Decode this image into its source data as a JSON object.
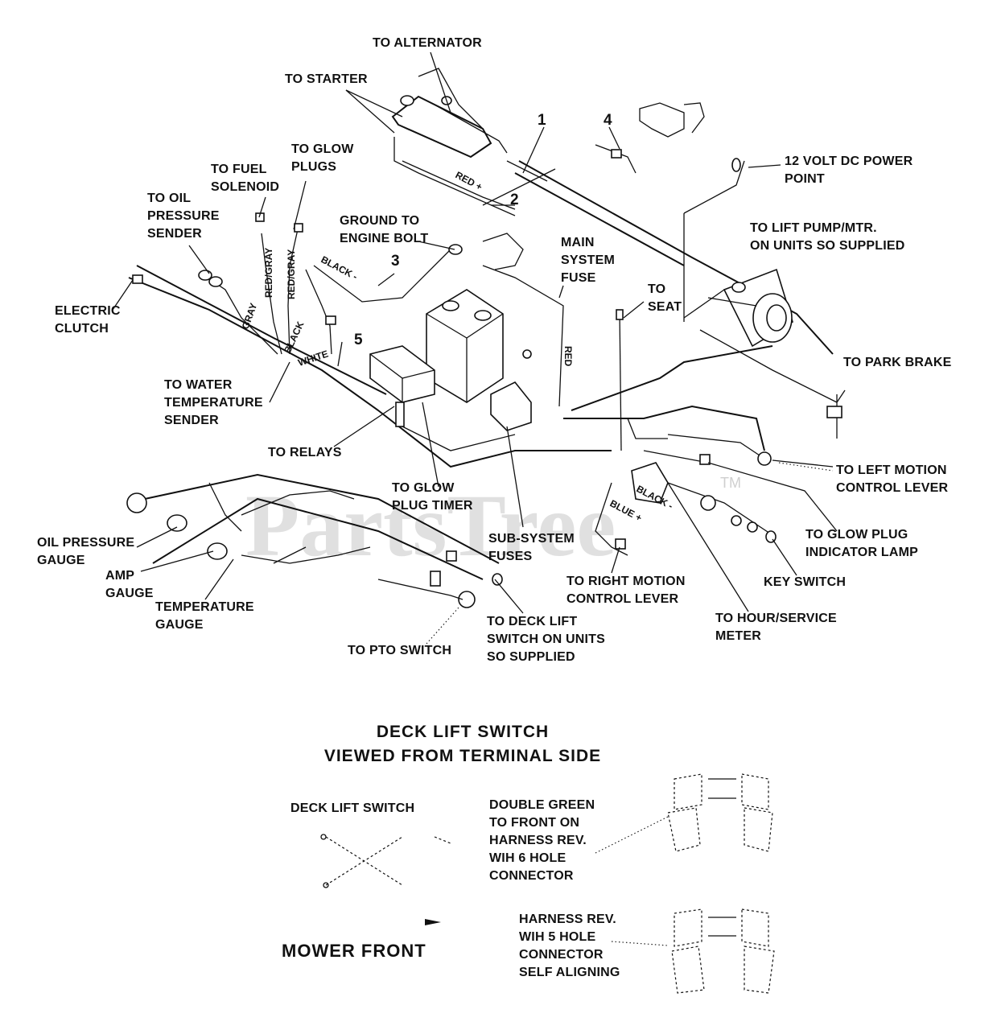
{
  "labels": {
    "to_alternator": "TO ALTERNATOR",
    "to_starter": "TO STARTER",
    "to_glow_plugs_1": "TO GLOW",
    "to_glow_plugs_2": "PLUGS",
    "to_fuel_solenoid_1": "TO FUEL",
    "to_fuel_solenoid_2": "SOLENOID",
    "to_oil_pressure_1": "TO OIL",
    "to_oil_pressure_2": "PRESSURE",
    "to_oil_pressure_3": "SENDER",
    "ground_1": "GROUND TO",
    "ground_2": "ENGINE BOLT",
    "main_fuse_1": "MAIN",
    "main_fuse_2": "SYSTEM",
    "main_fuse_3": "FUSE",
    "to_seat_1": "TO",
    "to_seat_2": "SEAT",
    "power_point_1": "12 VOLT DC POWER",
    "power_point_2": "POINT",
    "lift_pump_1": "TO LIFT PUMP/MTR.",
    "lift_pump_2": "ON UNITS SO SUPPLIED",
    "electric_clutch_1": "ELECTRIC",
    "electric_clutch_2": "CLUTCH",
    "water_temp_1": "TO WATER",
    "water_temp_2": "TEMPERATURE",
    "water_temp_3": "SENDER",
    "to_relays": "TO RELAYS",
    "glow_timer_1": "TO GLOW",
    "glow_timer_2": "PLUG TIMER",
    "to_park_brake": "TO PARK BRAKE",
    "left_motion_1": "TO LEFT MOTION",
    "left_motion_2": "CONTROL LEVER",
    "glow_lamp_1": "TO GLOW PLUG",
    "glow_lamp_2": "INDICATOR LAMP",
    "oil_gauge_1": "OIL PRESSURE",
    "oil_gauge_2": "GAUGE",
    "amp_gauge_1": "AMP",
    "amp_gauge_2": "GAUGE",
    "temp_gauge_1": "TEMPERATURE",
    "temp_gauge_2": "GAUGE",
    "sub_fuses_1": "SUB-SYSTEM",
    "sub_fuses_2": "FUSES",
    "right_motion_1": "TO RIGHT MOTION",
    "right_motion_2": "CONTROL LEVER",
    "key_switch": "KEY SWITCH",
    "hour_meter_1": "TO HOUR/SERVICE",
    "hour_meter_2": "METER",
    "deck_lift_1": "TO DECK LIFT",
    "deck_lift_2": "SWITCH ON UNITS",
    "deck_lift_3": "SO SUPPLIED",
    "to_pto": "TO PTO SWITCH"
  },
  "callouts": {
    "c1": "1",
    "c2": "2",
    "c3": "3",
    "c4": "4",
    "c5": "5"
  },
  "wires": {
    "red_plus": "RED +",
    "black_minus": "BLACK -",
    "red_gray_1": "RED/GRAY",
    "red_gray_2": "RED/GRAY",
    "gray": "GRAY",
    "black": "BLACK",
    "white": "WHITE",
    "red": "RED",
    "black_minus_2": "BLACK -",
    "blue_plus": "BLUE +"
  },
  "bottom": {
    "title_1": "DECK LIFT SWITCH",
    "title_2": "VIEWED FROM TERMINAL SIDE",
    "deck_lift_switch": "DECK LIFT SWITCH",
    "double_green_1": "DOUBLE GREEN",
    "double_green_2": "TO FRONT ON",
    "double_green_3": "HARNESS REV.",
    "double_green_4": "WIH 6 HOLE",
    "double_green_5": "CONNECTOR",
    "harness5_1": "HARNESS REV.",
    "harness5_2": "WIH 5 HOLE",
    "harness5_3": "CONNECTOR",
    "harness5_4": "SELF ALIGNING",
    "mower_front": "MOWER  FRONT"
  },
  "watermark": {
    "text": "PartsTree",
    "tm": "TM"
  }
}
